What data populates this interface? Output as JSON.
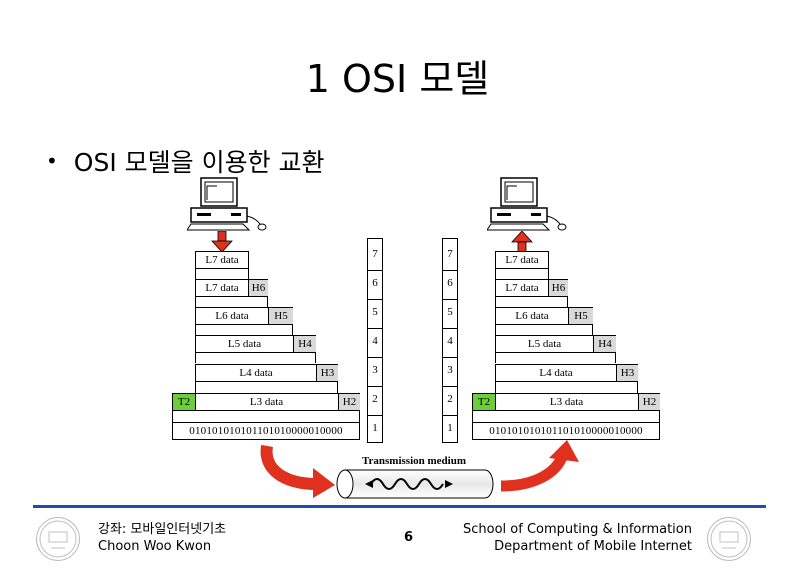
{
  "slide": {
    "title": "1 OSI 모델",
    "bullet": "OSI 모델을 이용한 교환",
    "page_number": "6"
  },
  "footer": {
    "left_line1": "강좌: 모바일인터넷기초",
    "left_line2": "Choon Woo Kwon",
    "right_line1": "School of Computing & Information",
    "right_line2": "Department of Mobile Internet"
  },
  "diagram": {
    "medium_label": "Transmission medium",
    "layers": [
      "7",
      "6",
      "5",
      "4",
      "3",
      "2",
      "1"
    ],
    "left_stack": {
      "l7": "L7 data",
      "l7h": "L7 data",
      "h6": "H6",
      "l6": "L6 data",
      "h5": "H5",
      "l5": "L5 data",
      "h4": "H4",
      "l4": "L4 data",
      "h3": "H3",
      "t2": "T2",
      "l3": "L3 data",
      "h2": "H2",
      "bits": "010101010101101010000010000"
    },
    "right_stack": {
      "l7": "L7 data",
      "l7h": "L7 data",
      "h6": "H6",
      "l6": "L6 data",
      "h5": "H5",
      "l5": "L5 data",
      "h4": "H4",
      "l4": "L4 data",
      "h3": "H3",
      "t2": "T2",
      "l3": "L3 data",
      "h2": "H2",
      "bits": "010101010101101010000010000"
    },
    "colors": {
      "down_arrow": "#e0301e",
      "curved_arrow": "#e0301e",
      "trailer": "#6ccf3a",
      "header": "#d9d9d9"
    },
    "icons": [
      "computer-icon",
      "computer-icon",
      "down-arrow-icon",
      "up-arrow-icon",
      "curved-arrow-icon"
    ]
  }
}
